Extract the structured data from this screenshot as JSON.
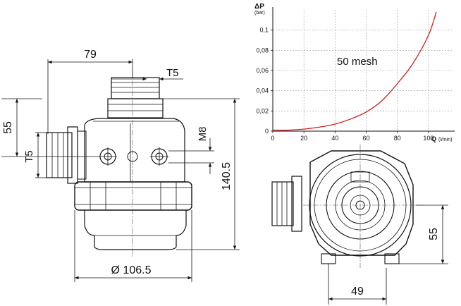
{
  "front_view": {
    "dimensions": {
      "width_top": "79",
      "thread_top": "T5",
      "height_side_inlet": "55",
      "thread_side": "T5",
      "mount_thread": "M8",
      "total_height": "140.5",
      "diameter": "Ø 106.5"
    }
  },
  "bottom_view": {
    "dimensions": {
      "offset_vertical": "55",
      "offset_horizontal": "49"
    }
  },
  "chart_data": {
    "type": "line",
    "title": "",
    "annotation": "50 mesh",
    "ylabel_symbol": "ΔP",
    "ylabel_unit": "(bar)",
    "xlabel_symbol": "Q",
    "xlabel_unit": "(l/min)",
    "xlim": [
      0,
      115
    ],
    "ylim": [
      0,
      0.12
    ],
    "x_ticks": [
      "0",
      "20",
      "40",
      "60",
      "80",
      "100"
    ],
    "y_ticks": [
      "0",
      "0,02",
      "0,04",
      "0,06",
      "0,08",
      "0,1"
    ],
    "grid": true,
    "series": [
      {
        "color": "#d21f1f",
        "x": [
          0,
          10,
          20,
          30,
          40,
          50,
          60,
          70,
          80,
          90,
          100,
          105
        ],
        "y": [
          0.001,
          0.001,
          0.002,
          0.004,
          0.007,
          0.012,
          0.019,
          0.03,
          0.047,
          0.067,
          0.095,
          0.118
        ]
      }
    ]
  }
}
